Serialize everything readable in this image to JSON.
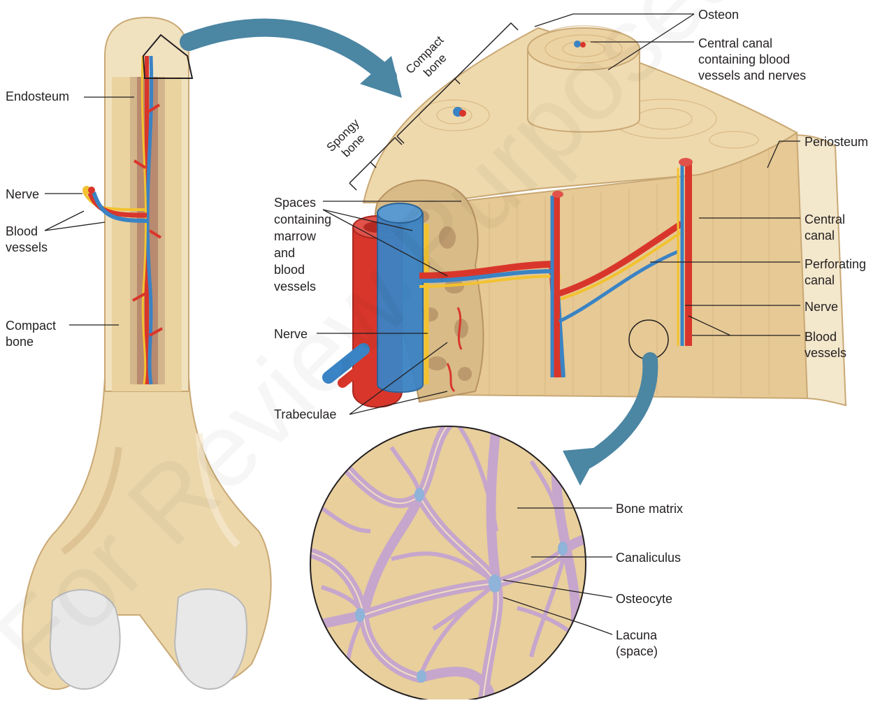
{
  "watermark": "For Review Purposes",
  "labels": {
    "endosteum": "Endosteum",
    "nerve_left": "Nerve",
    "blood_vessels_left": "Blood\nvessels",
    "compact_bone_left": "Compact\nbone",
    "compact_bone_bracket": "Compact\nbone",
    "spongy_bone_bracket": "Spongy\nbone",
    "osteon": "Osteon",
    "central_canal_top": "Central canal\ncontaining blood\nvessels and nerves",
    "periosteum": "Periosteum",
    "central_canal": "Central\ncanal",
    "perforating_canal": "Perforating\ncanal",
    "nerve_right": "Nerve",
    "blood_vessels_right": "Blood\nvessels",
    "spaces_marrow": "Spaces\ncontaining\nmarrow\nand\nblood\nvessels",
    "nerve_mid": "Nerve",
    "trabeculae": "Trabeculae",
    "bone_matrix": "Bone matrix",
    "canaliculus": "Canaliculus",
    "osteocyte": "Osteocyte",
    "lacuna": "Lacuna\n(space)"
  },
  "colors": {
    "bone": "#ecd7ab",
    "bone_light": "#f4e6c6",
    "bone_dark": "#d9ba85",
    "artery": "#d9362b",
    "vein": "#3a83c4",
    "nerve": "#f2c230",
    "arrow": "#4b86a3",
    "cell": "#c6a6cc",
    "cartilage": "#e6e6e6",
    "line": "#231f20"
  }
}
